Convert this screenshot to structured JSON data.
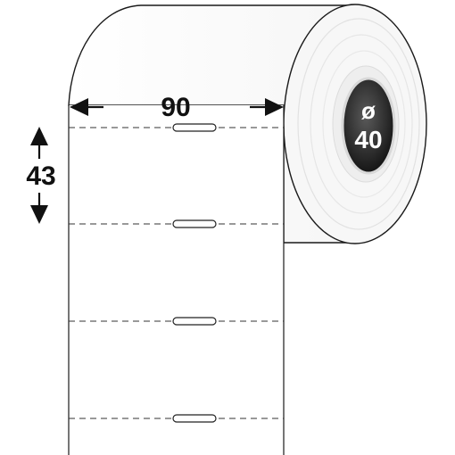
{
  "dimensions": {
    "width_label": "90",
    "height_label": "43",
    "core_symbol": "ø",
    "core_value": "40"
  },
  "colors": {
    "outline": "#1a1a1a",
    "label_face": "#ffffff",
    "roll_side": "#f4f4f4",
    "core_dark": "#2b2b2b",
    "core_text": "#ffffff"
  },
  "icons": [
    "arrow-left-icon",
    "arrow-right-icon",
    "arrow-up-icon",
    "arrow-down-icon"
  ]
}
